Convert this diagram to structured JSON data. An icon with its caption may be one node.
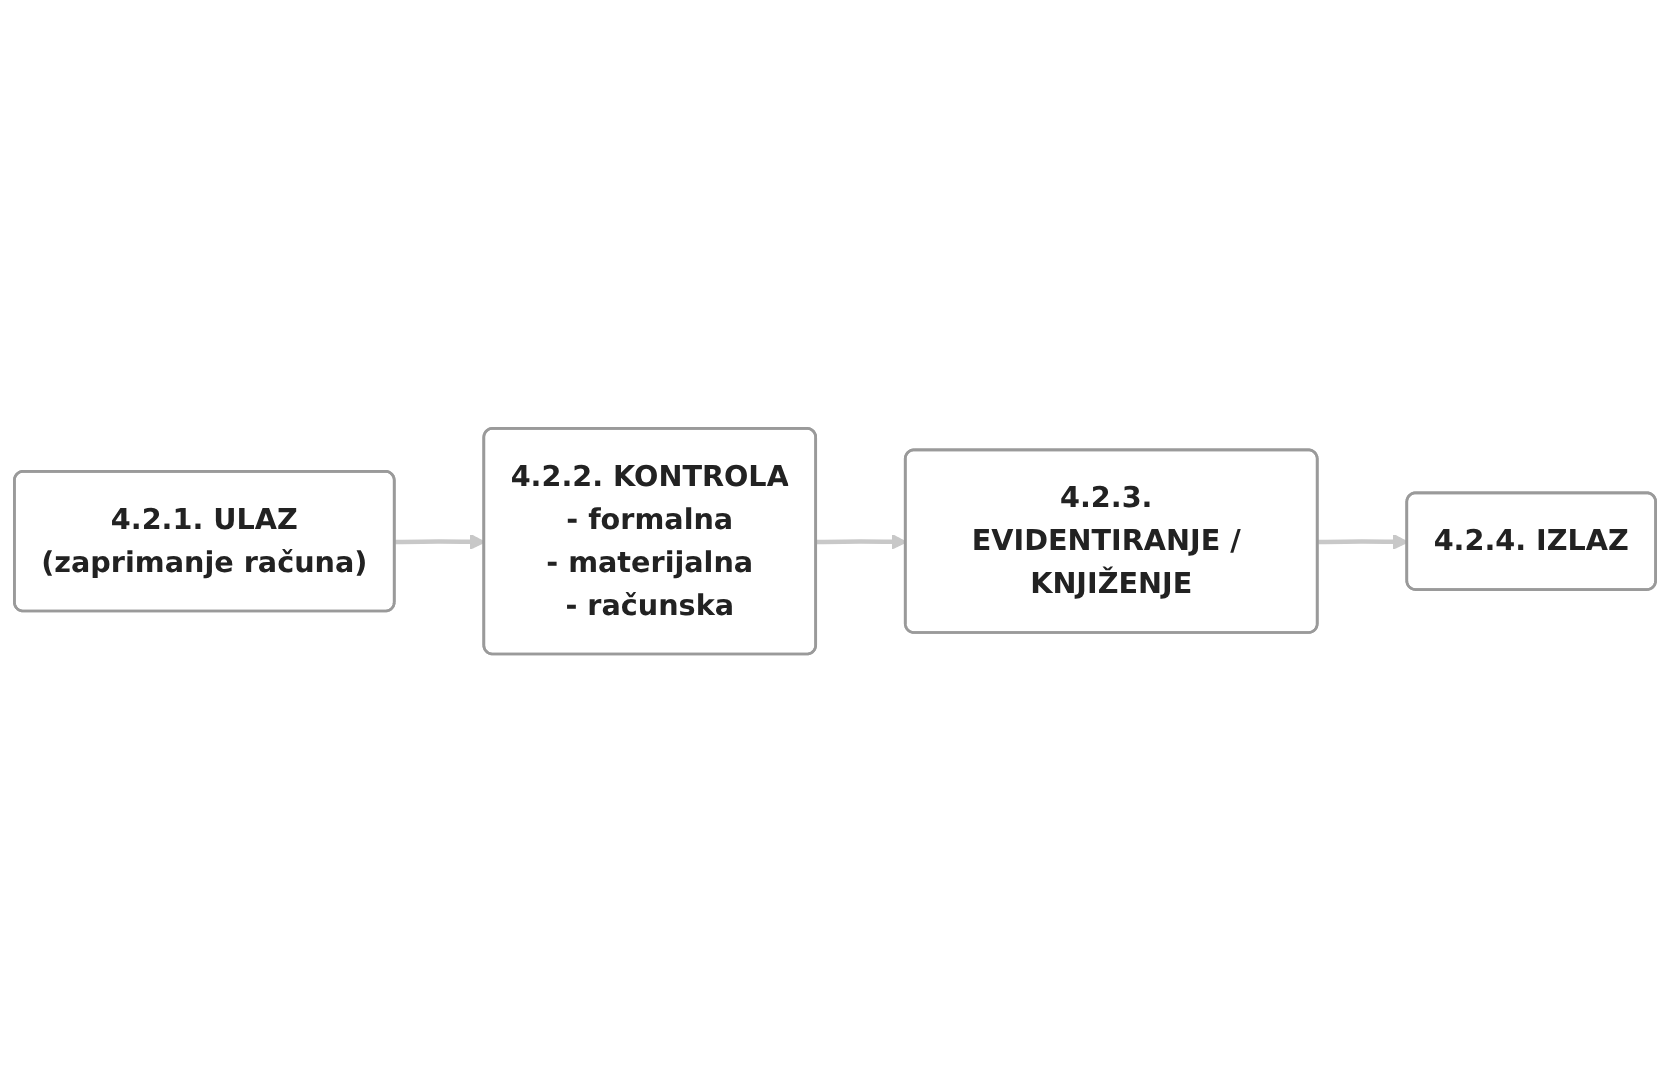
{
  "diagram": {
    "nodes": [
      {
        "text": [
          "4.2.1. ULAZ",
          "(zaprimanje računa)"
        ]
      },
      {
        "text": [
          "4.2.2. KONTROLA",
          "- formalna",
          "- materijalna",
          "- računska"
        ]
      },
      {
        "text": [
          "4.2.3. EVIDENTIRANJE / KNJIŽENJE"
        ]
      },
      {
        "text": [
          "4.2.4. IZLAZ"
        ]
      }
    ],
    "edges": [
      {
        "from": 0,
        "to": 1,
        "arrow": "to"
      },
      {
        "from": 1,
        "to": 2,
        "arrow": "to"
      },
      {
        "from": 2,
        "to": 3,
        "arrow": "to"
      }
    ]
  }
}
